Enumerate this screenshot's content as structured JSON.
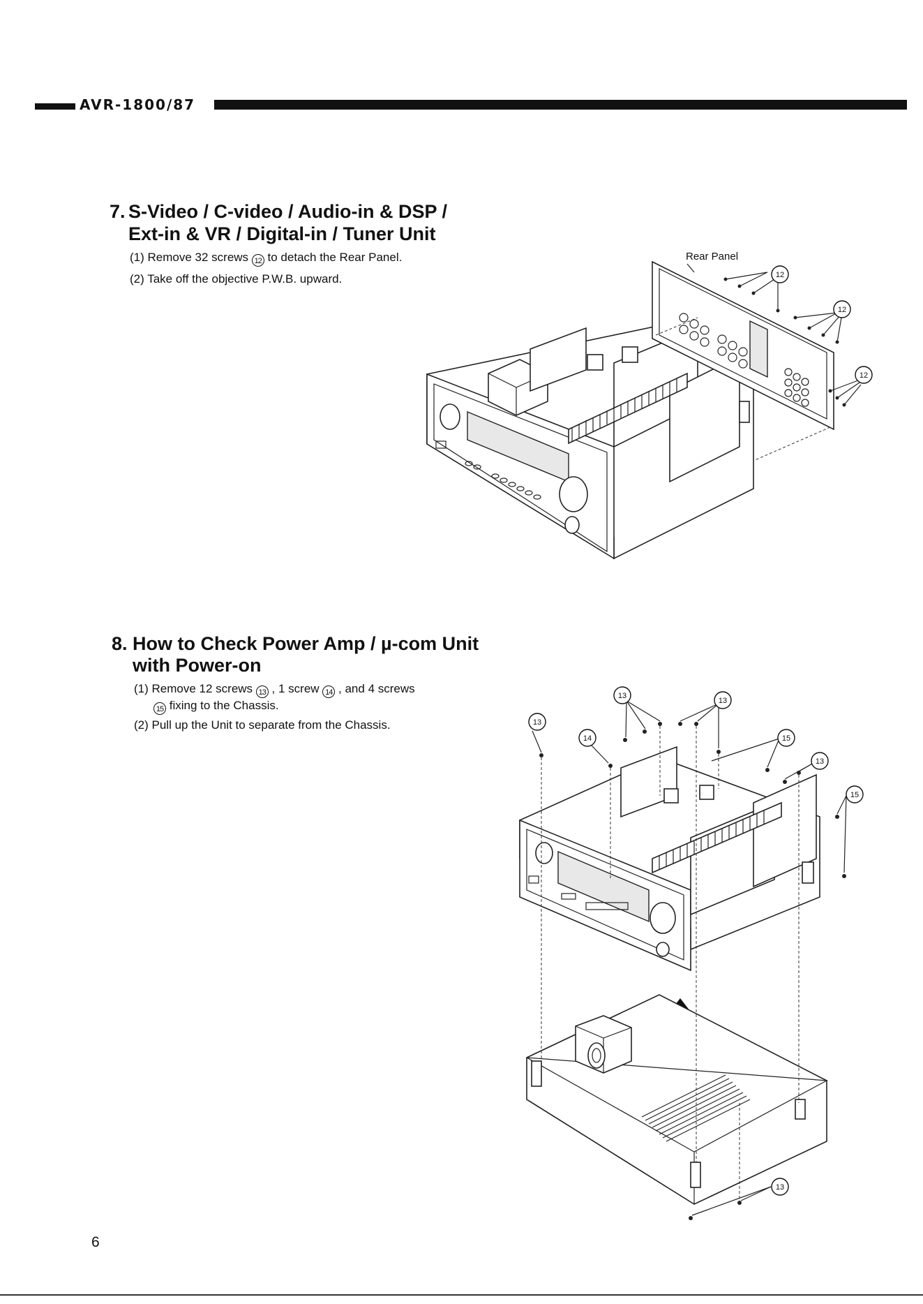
{
  "header": {
    "model": "AVR-1800/87"
  },
  "section7": {
    "number": "7.",
    "title_line1": "S-Video / C-video / Audio-in & DSP /",
    "title_line2": "Ext-in & VR / Digital-in / Tuner Unit",
    "step1_prefix": "(1) Remove 32 screws",
    "step1_ref": "12",
    "step1_suffix": "to detach the Rear Panel.",
    "step2": "(2) Take off the objective P.W.B. upward.",
    "figure": {
      "label_rear_panel": "Rear Panel",
      "callouts": [
        "12",
        "12",
        "12"
      ]
    }
  },
  "section8": {
    "number": "8.",
    "title_line1": "How to Check Power Amp / µ-com Unit",
    "title_line2": "with Power-on",
    "step1_a": "(1) Remove 12 screws",
    "step1_ref_a": "13",
    "step1_b": ", 1 screw",
    "step1_ref_b": "14",
    "step1_c": ", and 4 screws",
    "step1_ref_c": "15",
    "step1_d": "fixing to the Chassis.",
    "step2": "(2) Pull up the Unit to separate from the Chassis.",
    "figure": {
      "callouts": [
        "13",
        "13",
        "13",
        "14",
        "15",
        "13",
        "15",
        "13"
      ]
    }
  },
  "page": {
    "number": "6"
  }
}
